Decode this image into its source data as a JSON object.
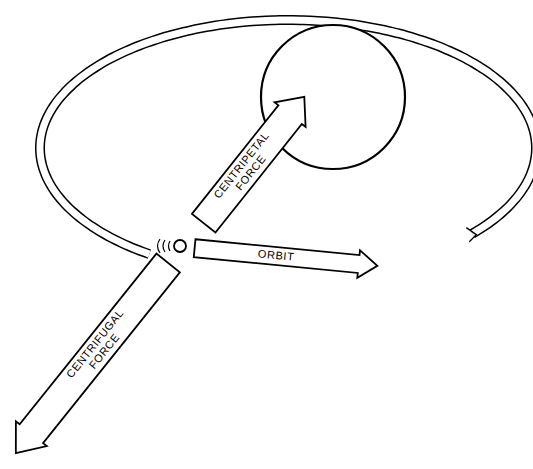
{
  "diagram": {
    "nodes": [
      {
        "text": [
          "CENTRIPETAL FORCE"
        ]
      },
      {
        "text": [
          "ORBIT"
        ]
      },
      {
        "text": [
          "CENTRIFUGAL FORCE"
        ]
      }
    ]
  }
}
